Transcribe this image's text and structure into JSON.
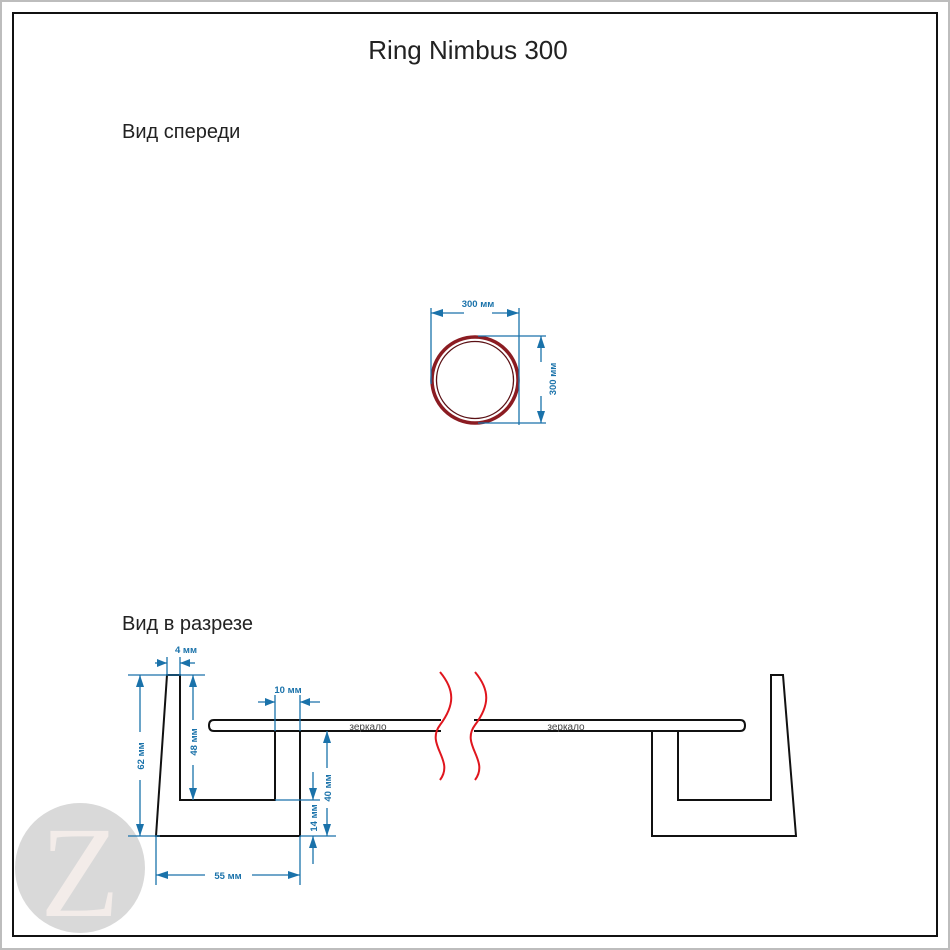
{
  "title": "Ring Nimbus 300",
  "front_view": {
    "heading": "Вид спереди",
    "width_label": "300 мм",
    "height_label": "300 мм"
  },
  "section_view": {
    "heading": "Вид в разрезе",
    "mirror_label_left": "зеркало",
    "mirror_label_right": "зеркало",
    "dimensions": {
      "top_width": "4 мм",
      "total_height": "62 мм",
      "inner_height": "48 мм",
      "support_width": "10 мм",
      "support_height": "40 мм",
      "base_thickness": "14 мм",
      "base_width": "55 мм"
    }
  },
  "watermark": {
    "letter": "Z"
  },
  "colors": {
    "dimension": "#1a72aa",
    "ring": "#8b1c22",
    "break_lines": "#e0161e",
    "watermark_circle": "#d9d9d9"
  }
}
